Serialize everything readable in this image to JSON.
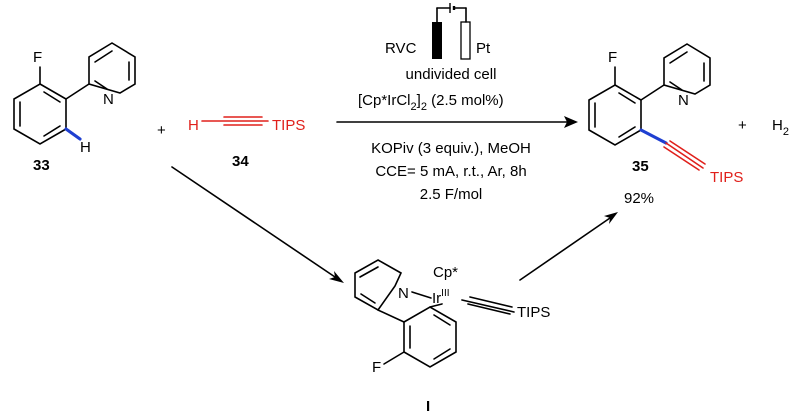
{
  "reactant_33": {
    "label": "33",
    "atom_f": "F",
    "atom_n": "N",
    "atom_h": "H"
  },
  "reactant_34": {
    "label": "34",
    "atom_h": "H",
    "group": "TIPS"
  },
  "plus_1": "+",
  "plus_2": "+",
  "conditions": {
    "electrode_left": "RVC",
    "electrode_right": "Pt",
    "line1": "undivided cell",
    "catalyst_main": "[Cp*IrCl",
    "catalyst_sub1": "2",
    "catalyst_close": "]",
    "catalyst_sub2": "2",
    "catalyst_loading": " (2.5 mol%)",
    "line3": "KOPiv (3 equiv.), MeOH",
    "line4": "CCE= 5 mA, r.t., Ar, 8h",
    "line5": "2.5 F/mol"
  },
  "product_35": {
    "label": "35",
    "yield": "92%",
    "atom_f": "F",
    "atom_n": "N",
    "group": "TIPS"
  },
  "byproduct": {
    "formula": "H",
    "subscript": "2"
  },
  "intermediate_I": {
    "label": "I",
    "ligand": "Cp*",
    "metal": "Ir",
    "oxidation_state": "III",
    "atom_n": "N",
    "atom_f": "F",
    "group": "TIPS"
  },
  "colors": {
    "alkyne": "#e0201b",
    "new_bond": "#1f3fd1",
    "ink": "#000000"
  }
}
